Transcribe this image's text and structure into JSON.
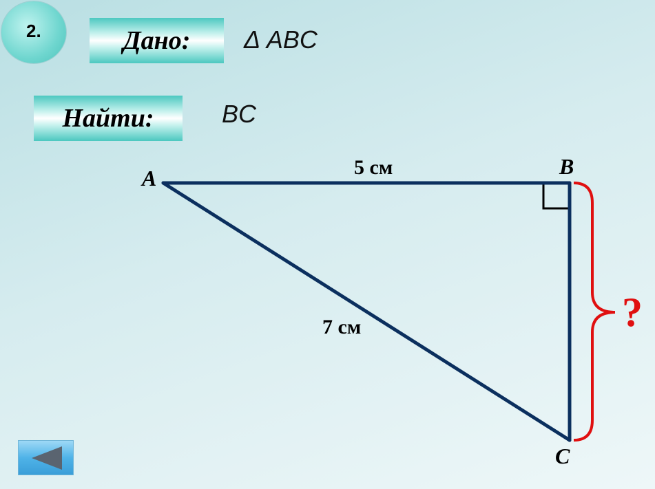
{
  "task": {
    "number": "2."
  },
  "given": {
    "label": "Дано:",
    "value": "Δ ABC"
  },
  "find": {
    "label": "Найти:",
    "value": "BC"
  },
  "diagram": {
    "vertices": {
      "a": "A",
      "b": "B",
      "c": "C"
    },
    "side_ab": "5 см",
    "side_ac": "7 см",
    "unknown": "?",
    "colors": {
      "triangle": "#0b2f5e",
      "brace": "#e01010",
      "right_angle": "#000000"
    }
  },
  "nav": {
    "back_icon": "left-triangle-arrow-icon"
  }
}
